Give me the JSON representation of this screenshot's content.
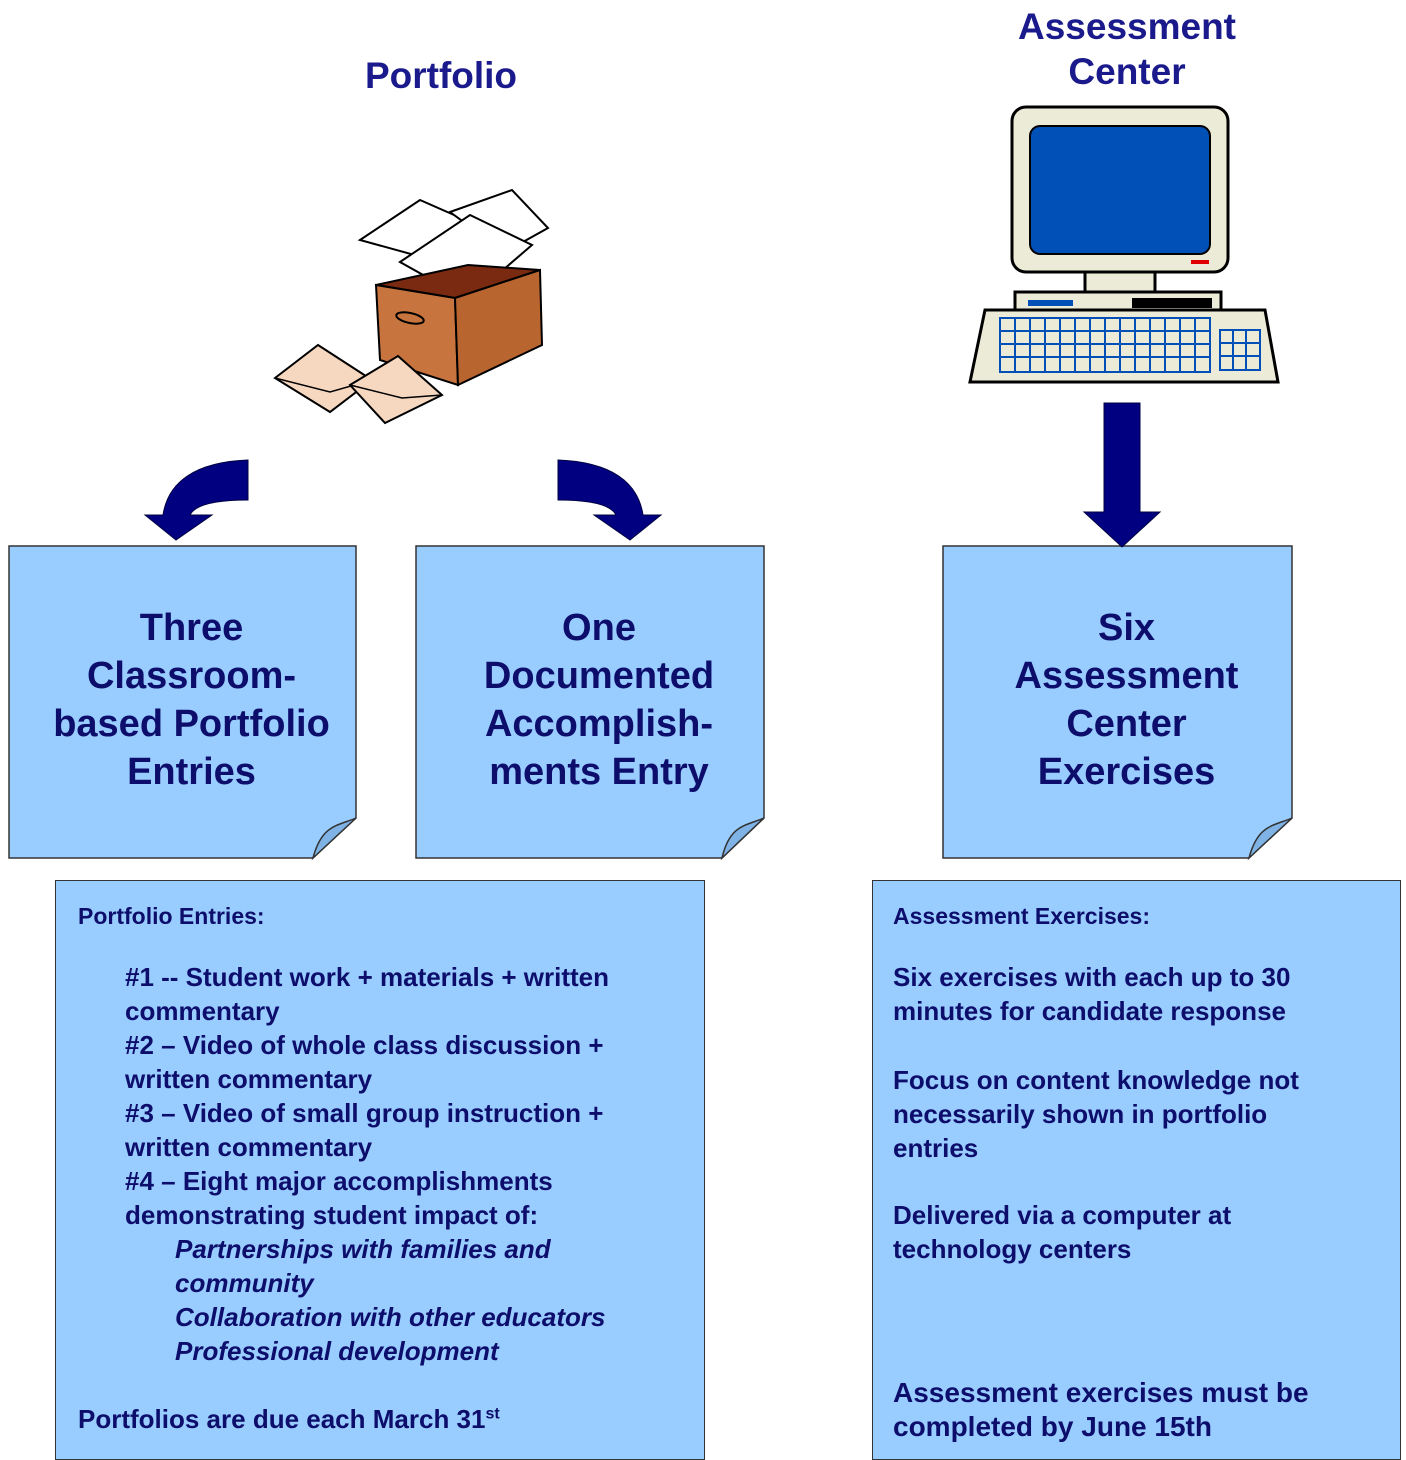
{
  "portfolio": {
    "title": "Portfolio",
    "cards": [
      {
        "lines": [
          "Three",
          "Classroom-",
          "based Portfolio",
          "Entries"
        ]
      },
      {
        "lines": [
          "One",
          "Documented",
          "Accomplish-",
          "ments Entry"
        ]
      }
    ],
    "details": {
      "heading": "Portfolio Entries:",
      "items": [
        "#1 -- Student work + materials + written",
        "commentary",
        "#2 – Video of whole class discussion +",
        "written commentary",
        "#3 – Video of small group instruction +",
        "written commentary",
        "#4 – Eight major accomplishments",
        "demonstrating student impact of:"
      ],
      "subitems": [
        "Partnerships with families and",
        "community",
        "Collaboration with other educators",
        "Professional development"
      ],
      "due": "Portfolios are due each March 31",
      "due_sup": "st"
    }
  },
  "assessment": {
    "title_lines": [
      "Assessment",
      "Center"
    ],
    "card": {
      "lines": [
        "Six",
        "Assessment",
        "Center",
        "Exercises"
      ]
    },
    "details": {
      "heading": "Assessment Exercises:",
      "p1": [
        "Six exercises with each up to 30",
        "minutes for candidate response"
      ],
      "p2": [
        "Focus on content knowledge not",
        "necessarily shown in portfolio",
        "entries"
      ],
      "p3": [
        "Delivered via a computer at",
        "technology centers"
      ],
      "p4": [
        "Assessment exercises must be",
        "completed by June 15th"
      ]
    }
  },
  "colors": {
    "panel": "#99ccff",
    "arrow": "#000080",
    "heading": "#1a1a8c"
  }
}
